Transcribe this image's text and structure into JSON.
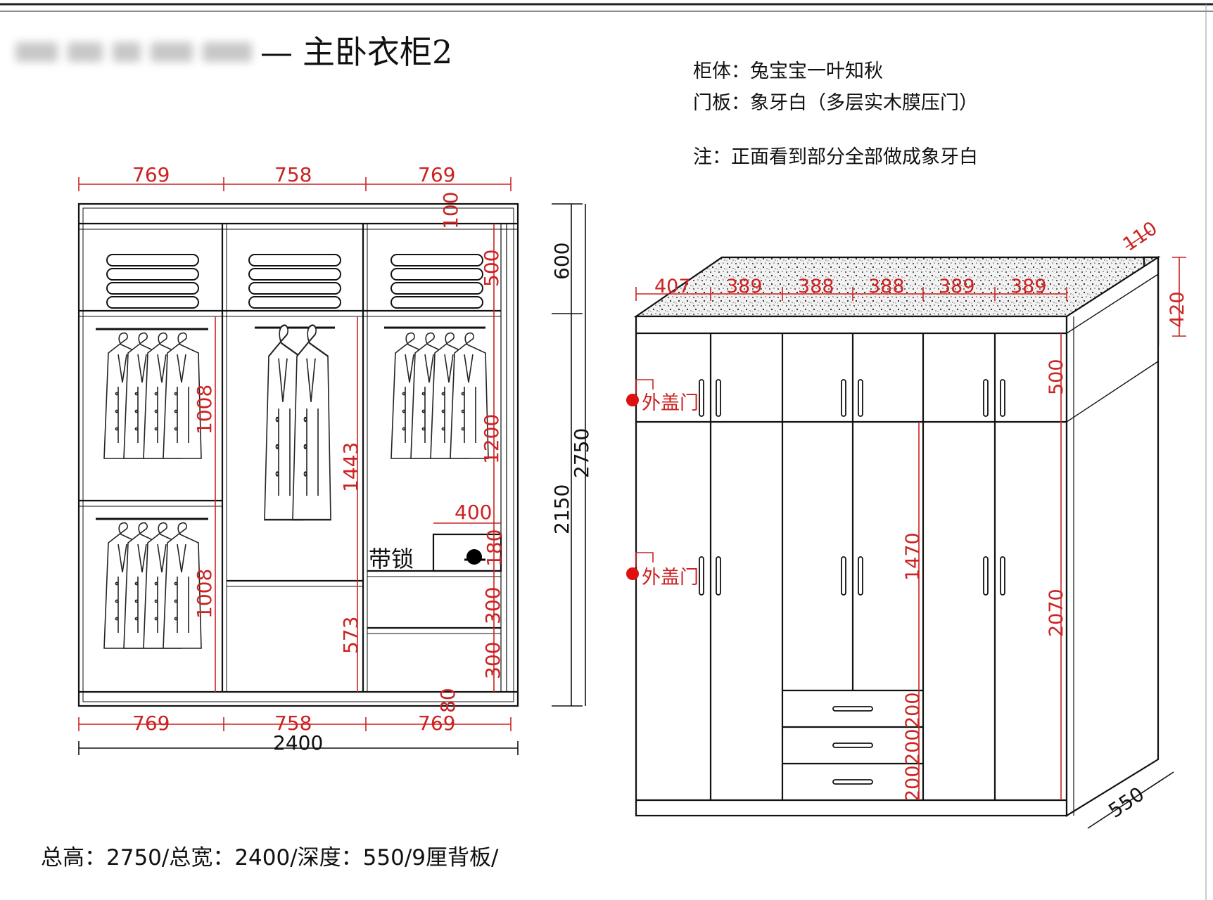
{
  "title": {
    "text": "主卧衣柜2"
  },
  "notes": {
    "carcass": "柜体：兔宝宝一叶知秋",
    "door": "门板：象牙白（多层实木膜压门）",
    "remark": "注：正面看到部分全部做成象牙白"
  },
  "footer": "总高：2750/总宽：2400/深度：550/9厘背板/",
  "front_view": {
    "top_widths": [
      "769",
      "758",
      "769"
    ],
    "bottom_widths": [
      "769",
      "758",
      "769"
    ],
    "total_width": "2400",
    "right_dims": [
      "100",
      "500",
      "1200",
      "300",
      "300",
      "80"
    ],
    "left_col_dims": [
      "1008",
      "1008"
    ],
    "mid_col_dims": [
      "1443",
      "573"
    ],
    "overall_dims": [
      "600",
      "2150",
      "2750"
    ],
    "drawer_width": "400",
    "drawer_height": "180",
    "lock_label": "带锁"
  },
  "perspective_view": {
    "widths": [
      "407",
      "389",
      "388",
      "388",
      "389",
      "389"
    ],
    "depth_top": "110",
    "depth_bottom": "550",
    "top_height": "420",
    "right_dims": [
      "500",
      "2070"
    ],
    "mid_dims": [
      "1470",
      "200",
      "200",
      "200"
    ],
    "door_labels": [
      "外盖门",
      "外盖门"
    ]
  },
  "colors": {
    "dimension": "#cc2222",
    "line": "#111111",
    "marker": "#e01010"
  }
}
